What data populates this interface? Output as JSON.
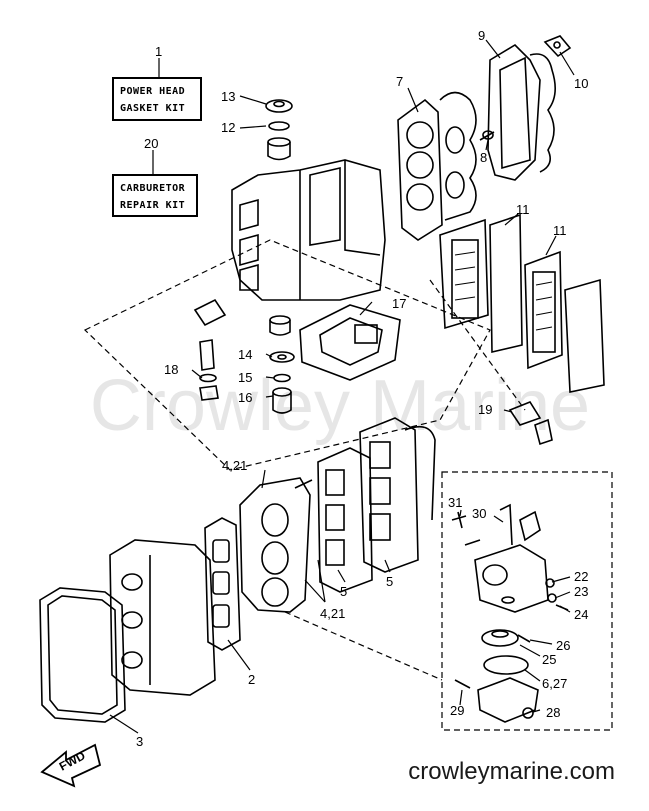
{
  "watermark": "Crowley Marine",
  "footer_url": "crowleymarine.com",
  "kits": {
    "power_head": {
      "number": "1",
      "line1": "POWER HEAD",
      "line2": "GASKET KIT"
    },
    "carburetor": {
      "number": "20",
      "line1": "CARBURETOR",
      "line2": "REPAIR KIT"
    }
  },
  "fwd_label": "FWD",
  "callouts": {
    "c2": "2",
    "c3": "3",
    "c4_21_a": "4,21",
    "c4_21_b": "4,21",
    "c5_a": "5",
    "c5_b": "5",
    "c6_27": "6,27",
    "c7": "7",
    "c8": "8",
    "c9": "9",
    "c10": "10",
    "c11_a": "11",
    "c11_b": "11",
    "c12": "12",
    "c13": "13",
    "c14": "14",
    "c15": "15",
    "c16": "16",
    "c17": "17",
    "c18": "18",
    "c19": "19",
    "c22": "22",
    "c23": "23",
    "c24": "24",
    "c25": "25",
    "c26": "26",
    "c28": "28",
    "c29": "29",
    "c30": "30",
    "c31": "31"
  }
}
